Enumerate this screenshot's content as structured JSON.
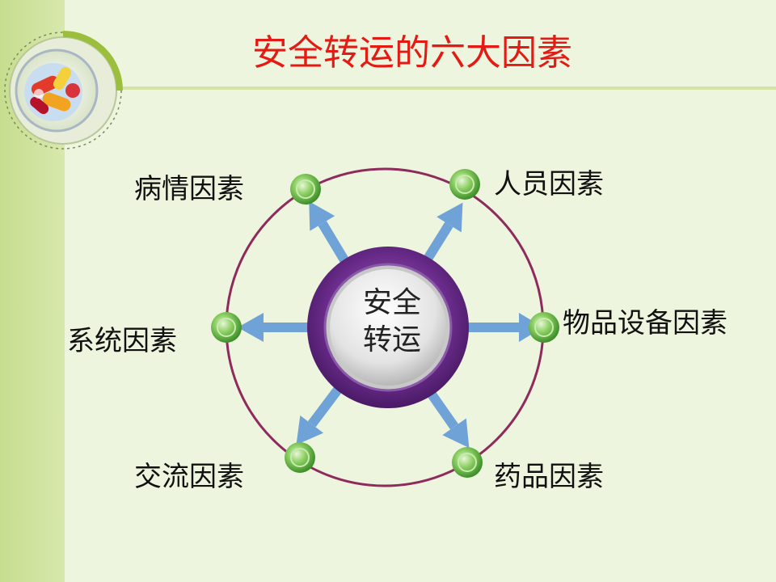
{
  "slide": {
    "title": "安全转运的六大因素",
    "center_label_line1": "安全",
    "center_label_line2": "转运",
    "factors": [
      {
        "label": "病情因素"
      },
      {
        "label": "人员因素"
      },
      {
        "label": "系统因素"
      },
      {
        "label": "物品设备因素"
      },
      {
        "label": "交流因素"
      },
      {
        "label": "药品因素"
      }
    ]
  },
  "colors": {
    "title": "#e41b14",
    "ring": "#8e2a5c",
    "hub": "#6b2c8c",
    "arrow": "#6fa3d8",
    "node": "#5aa83a",
    "background": "#eef5de",
    "left_band": "#c6dd8e"
  }
}
